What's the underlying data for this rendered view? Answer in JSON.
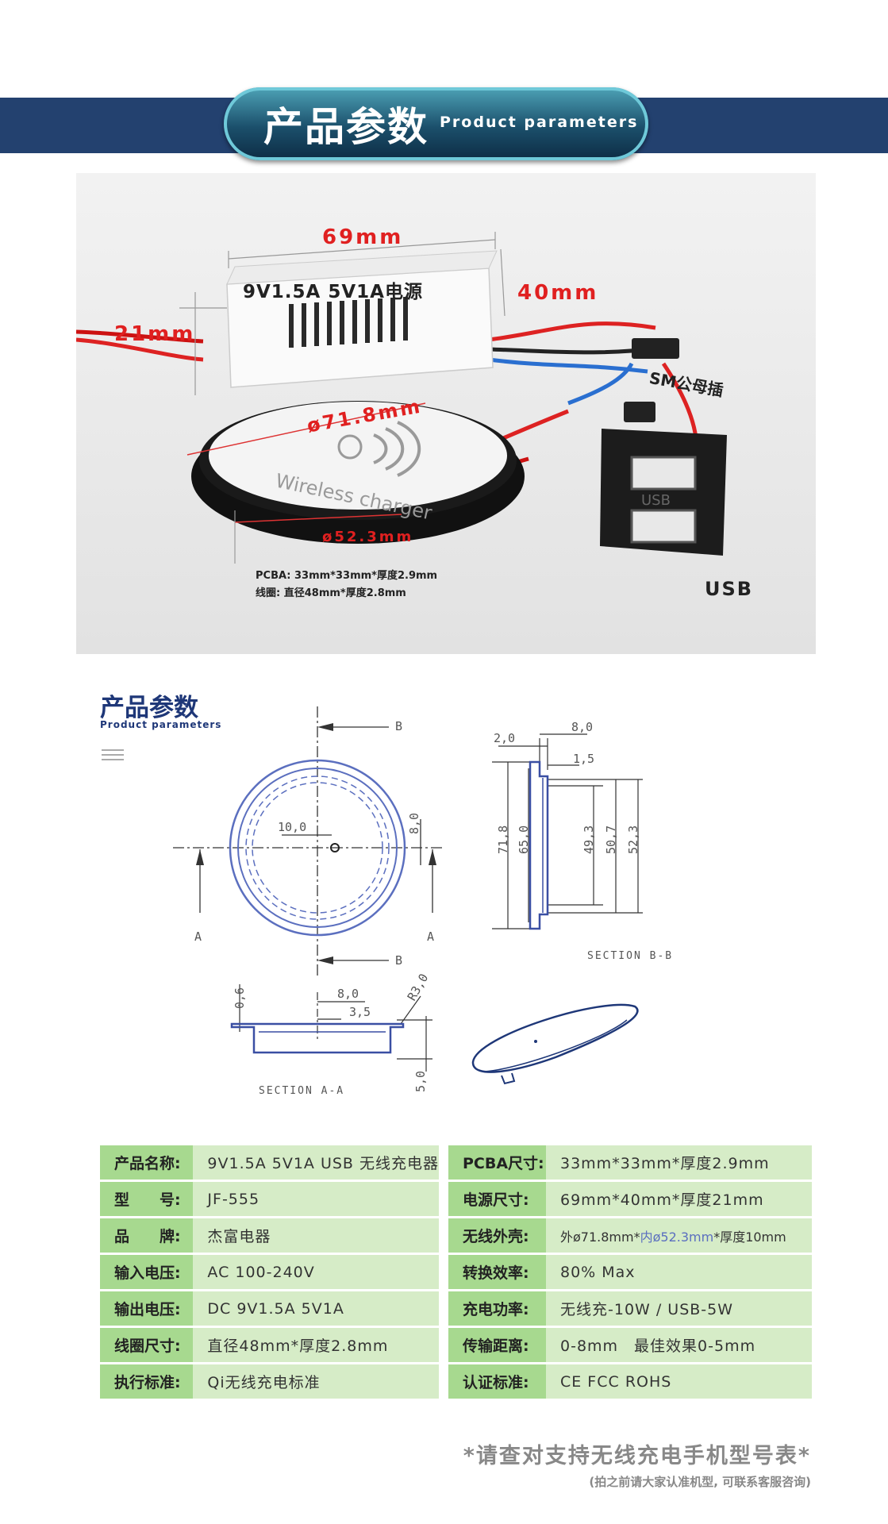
{
  "header": {
    "title_zh": "产品参数",
    "title_en": "Product parameters"
  },
  "photo": {
    "length": "69mm",
    "width": "40mm",
    "height": "21mm",
    "power_label": "9V1.5A 5V1A电源",
    "outer_dia": "ø71.8mm",
    "inner_dia": "ø52.3mm",
    "connector_label": "SM公母插",
    "usb_label": "USB",
    "usb_port_text": "USB",
    "pad_text": "Wireless charger",
    "pcba_note": "PCBA: 33mm*33mm*厚度2.9mm",
    "coil_note": "线圈: 直径48mm*厚度2.8mm"
  },
  "section2": {
    "title_zh": "产品参数",
    "title_en": "Product parameters"
  },
  "drawing": {
    "labels": {
      "a": "A",
      "b": "B"
    },
    "dims": {
      "d10": "10,0",
      "d8v": "8,0",
      "d2": "2,0",
      "d8h": "8,0",
      "d15": "1,5",
      "d718": "71,8",
      "d650": "65,0",
      "d493": "49,3",
      "d507": "50,7",
      "d523": "52,3",
      "d06": "0,6",
      "d8a": "8,0",
      "d35": "3,5",
      "r3": "R3,0",
      "d50": "5,0"
    },
    "section_bb": "SECTION B-B",
    "section_aa": "SECTION A-A"
  },
  "specs_left": [
    {
      "k": "产品名称:",
      "v": "9V1.5A 5V1A USB 无线充电器"
    },
    {
      "k": "型　　号:",
      "v": "JF-555"
    },
    {
      "k": "品　　牌:",
      "v": "杰富电器"
    },
    {
      "k": "输入电压:",
      "v": "AC 100-240V"
    },
    {
      "k": "输出电压:",
      "v": "DC 9V1.5A 5V1A"
    },
    {
      "k": "线圈尺寸:",
      "v": "直径48mm*厚度2.8mm"
    },
    {
      "k": "执行标准:",
      "v": "Qi无线充电标准"
    }
  ],
  "specs_right": [
    {
      "k": "PCBA尺寸:",
      "v": "33mm*33mm*厚度2.9mm"
    },
    {
      "k": "电源尺寸:",
      "v": "69mm*40mm*厚度21mm"
    },
    {
      "k": "无线外壳:",
      "v": ""
    },
    {
      "k": "转换效率:",
      "v": "80% Max"
    },
    {
      "k": "充电功率:",
      "v": "无线充-10W / USB-5W"
    },
    {
      "k": "传输距离:",
      "v": "0-8mm　最佳效果0-5mm"
    },
    {
      "k": "认证标准:",
      "v": "CE FCC ROHS"
    }
  ],
  "shell_value": {
    "outer": "外ø71.8mm*",
    "inner": "内ø52.3mm",
    "thick": "*厚度10mm"
  },
  "colors": {
    "band": "#23416f",
    "key_bg": "#a7d98f",
    "val_bg": "#d6ecc7",
    "dim_red": "#e02020",
    "title_blue": "#1e3778",
    "inner_blue": "#5b6fbf"
  },
  "notes": {
    "line1": "*请查对支持无线充电手机型号表*",
    "line2": "(拍之前请大家认准机型, 可联系客服咨询)"
  }
}
